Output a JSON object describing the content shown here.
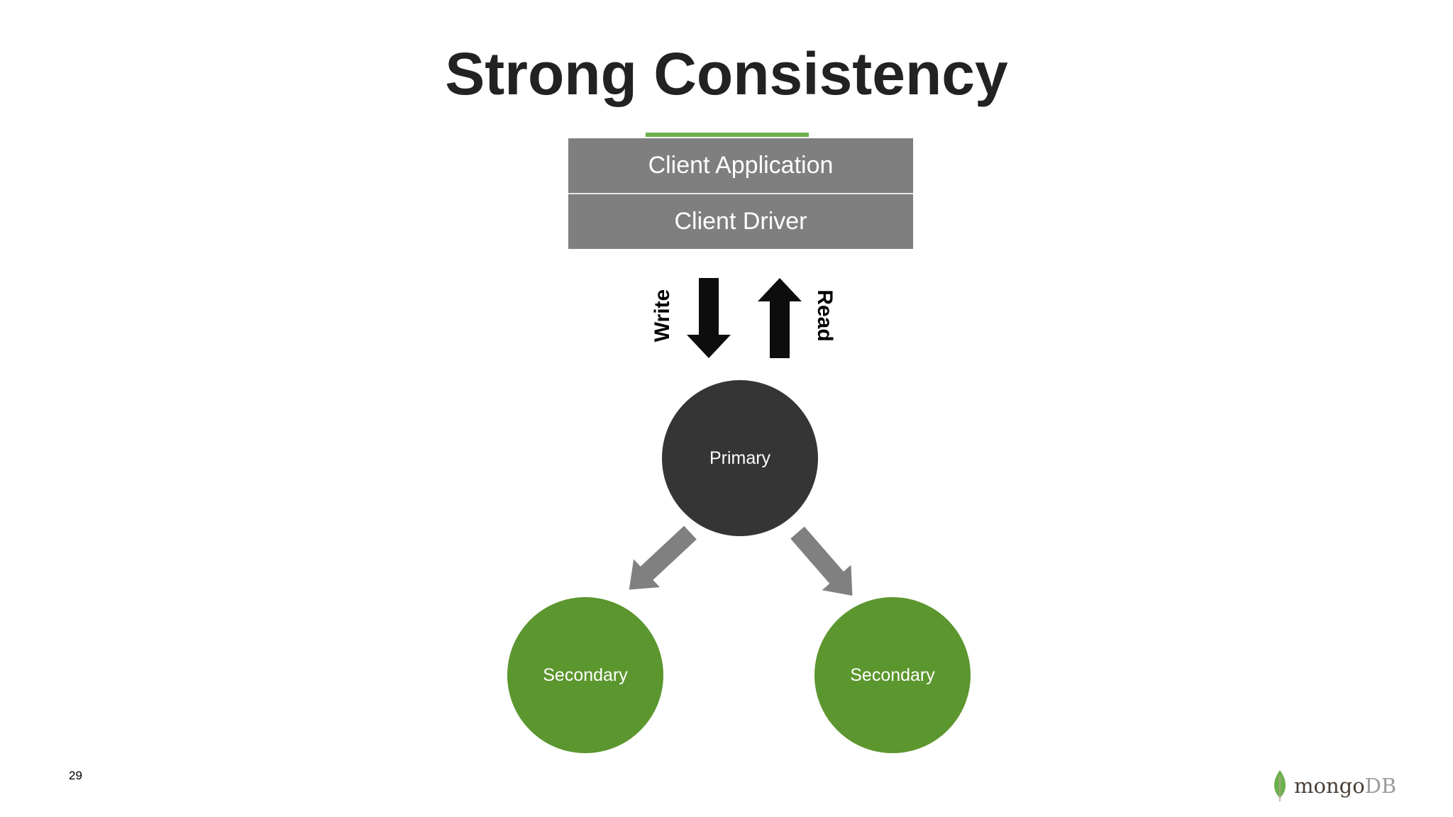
{
  "slide": {
    "title": "Strong Consistency",
    "number": "29"
  },
  "client": {
    "application_label": "Client Application",
    "driver_label": "Client Driver"
  },
  "operations": {
    "write_label": "Write",
    "read_label": "Read"
  },
  "nodes": {
    "primary_label": "Primary",
    "secondary_left_label": "Secondary",
    "secondary_right_label": "Secondary"
  },
  "logo": {
    "mongo_text": "mongo",
    "db_text": "DB",
    "leaf_icon": "leaf-icon"
  },
  "colors": {
    "accent_green": "#6ab04c",
    "client_box": "#7f7f7f",
    "primary_node": "#353535",
    "secondary_node": "#5c962e",
    "arrow_black": "#0d0d0d",
    "arrow_gray": "#808080",
    "title_text": "#222222"
  }
}
